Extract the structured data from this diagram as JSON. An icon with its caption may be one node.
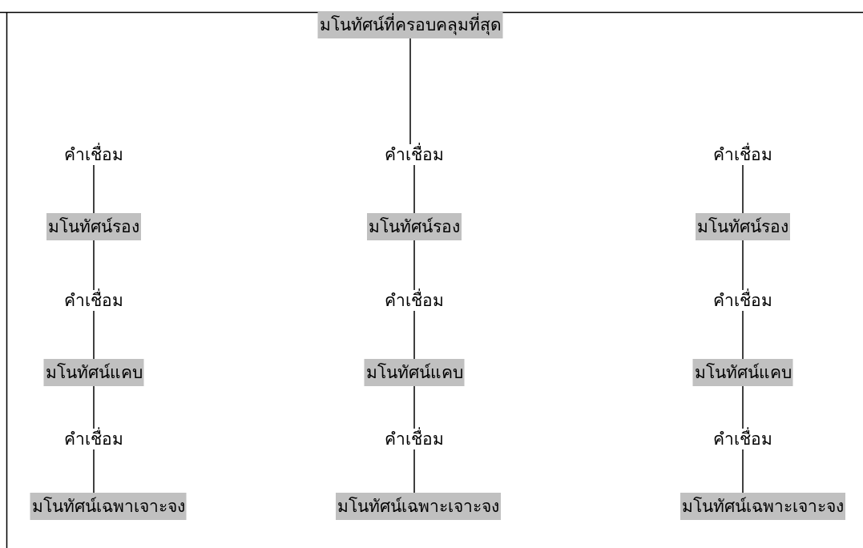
{
  "diagram": {
    "nodes": [
      {
        "text": [
          "มโนทัศน์ที่ครอบคลุมที่สุด"
        ]
      },
      {
        "text": [
          "คำเชื่อม"
        ]
      },
      {
        "text": [
          "คำเชื่อม"
        ]
      },
      {
        "text": [
          "คำเชื่อม"
        ]
      },
      {
        "text": [
          "มโนทัศน์รอง"
        ]
      },
      {
        "text": [
          "มโนทัศน์รอง"
        ]
      },
      {
        "text": [
          "มโนทัศน์รอง"
        ]
      },
      {
        "text": [
          "คำเชื่อม"
        ]
      },
      {
        "text": [
          "คำเชื่อม"
        ]
      },
      {
        "text": [
          "คำเชื่อม"
        ]
      },
      {
        "text": [
          "มโนทัศน์แคบ"
        ]
      },
      {
        "text": [
          "มโนทัศน์แคบ"
        ]
      },
      {
        "text": [
          "มโนทัศน์แคบ"
        ]
      },
      {
        "text": [
          "คำเชื่อม"
        ]
      },
      {
        "text": [
          "คำเชื่อม"
        ]
      },
      {
        "text": [
          "คำเชื่อม"
        ]
      },
      {
        "text": [
          "มโนทัศน์เฉพาเจาะจง"
        ]
      },
      {
        "text": [
          "มโนทัศน์เฉพาะเจาะจง"
        ]
      },
      {
        "text": [
          "มโนทัศน์เฉพาะเจาะจง"
        ]
      }
    ],
    "edges": [
      {
        "from": 0,
        "to": 2,
        "arrow": "none"
      },
      {
        "from": 1,
        "to": 4,
        "arrow": "none"
      },
      {
        "from": 4,
        "to": 7,
        "arrow": "none"
      },
      {
        "from": 7,
        "to": 10,
        "arrow": "none"
      },
      {
        "from": 10,
        "to": 13,
        "arrow": "none"
      },
      {
        "from": 13,
        "to": 16,
        "arrow": "none"
      },
      {
        "from": 2,
        "to": 5,
        "arrow": "none"
      },
      {
        "from": 5,
        "to": 8,
        "arrow": "none"
      },
      {
        "from": 8,
        "to": 11,
        "arrow": "none"
      },
      {
        "from": 11,
        "to": 14,
        "arrow": "none"
      },
      {
        "from": 14,
        "to": 17,
        "arrow": "none"
      },
      {
        "from": 3,
        "to": 6,
        "arrow": "none"
      },
      {
        "from": 6,
        "to": 9,
        "arrow": "none"
      },
      {
        "from": 9,
        "to": 12,
        "arrow": "none"
      },
      {
        "from": 12,
        "to": 15,
        "arrow": "none"
      },
      {
        "from": 15,
        "to": 18,
        "arrow": "none"
      }
    ]
  }
}
